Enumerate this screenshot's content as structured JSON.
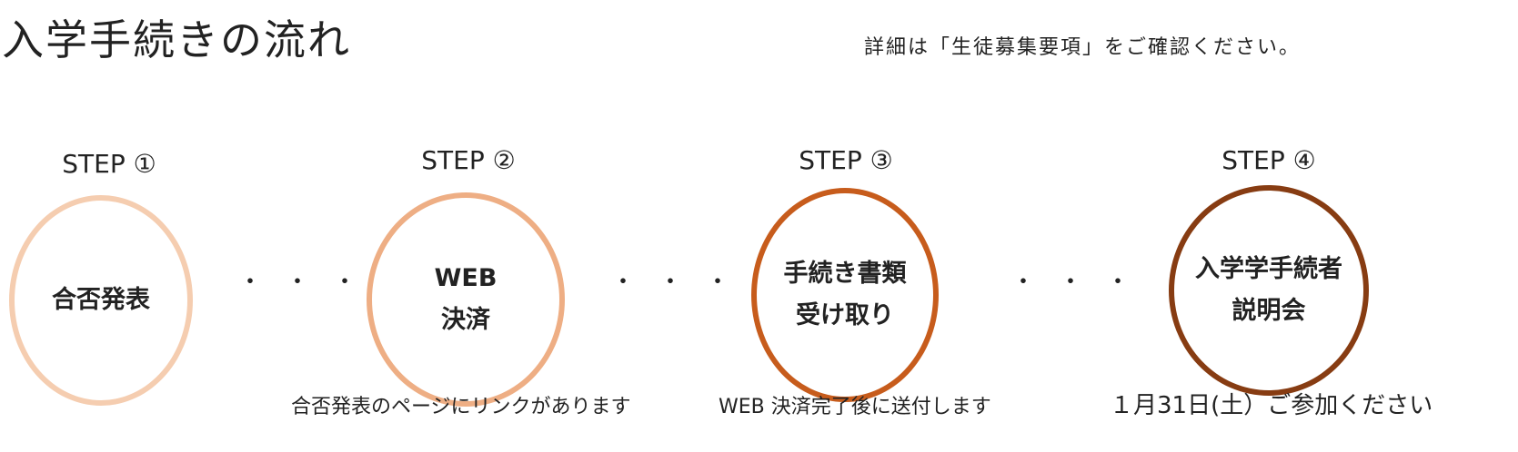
{
  "header": {
    "title": "入学手続きの流れ",
    "note": "詳細は「生徒募集要項」をご確認ください。"
  },
  "steps": [
    {
      "label": "STEP ①",
      "line1": "合否発表",
      "line2": "",
      "color": "#f5cdb0"
    },
    {
      "label": "STEP ②",
      "line1": "WEB",
      "line2": "決済",
      "color": "#eeae84",
      "sub": "合否発表のページにリンクがあります"
    },
    {
      "label": "STEP ③",
      "line1": "手続き書類",
      "line2": "受け取り",
      "color": "#c75c1c",
      "sub": "WEB 決済完了後に送付します"
    },
    {
      "label": "STEP ④",
      "line1": "入学学手続者",
      "line2": "説明会",
      "color": "#873c12",
      "sub": "１月31日(土）ご参加ください"
    }
  ],
  "separator": "・・・"
}
